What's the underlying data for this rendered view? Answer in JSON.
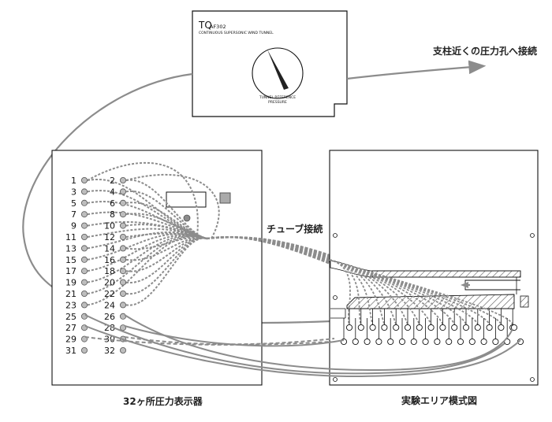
{
  "instrument": {
    "brand": "TQ",
    "model": "AF302",
    "subtitle": "CONTINUOUS SUPERSONIC WIND TUNNEL",
    "gauge_label_line1": "TUNNEL REFERENCE",
    "gauge_label_line2": "PRESSURE"
  },
  "labels": {
    "strut_connection": "支柱近くの圧力孔へ接続",
    "tube_connection": "チューブ接続",
    "display_caption": "32ヶ所圧力表示器",
    "test_area_caption": "実験エリア模式図"
  },
  "ports_left": [
    "1",
    "3",
    "5",
    "7",
    "9",
    "11",
    "13",
    "15",
    "17",
    "19",
    "21",
    "23",
    "25",
    "27",
    "29",
    "31"
  ],
  "ports_right": [
    "2",
    "4",
    "6",
    "8",
    "10",
    "12",
    "14",
    "16",
    "18",
    "20",
    "22",
    "24",
    "26",
    "28",
    "30",
    "32"
  ],
  "colors": {
    "line": "#111111",
    "tube": "#8c8c8c",
    "port": "#bdbdbd",
    "hatch": "#555555"
  }
}
